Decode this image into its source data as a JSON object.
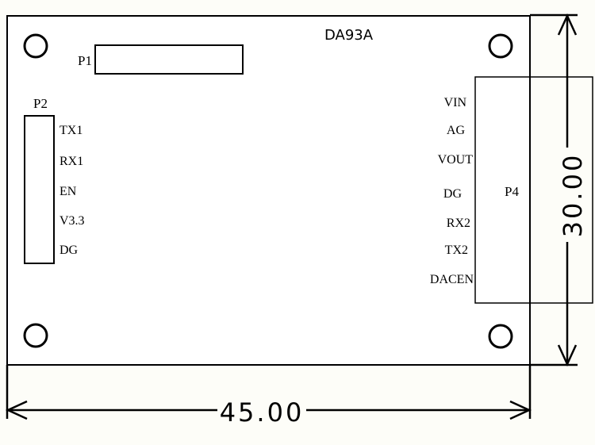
{
  "board": {
    "title": "DA93A",
    "width_dimension": "45.00",
    "height_dimension": "30.00"
  },
  "connectors": {
    "p1": {
      "label": "P1"
    },
    "p2": {
      "label": "P2",
      "pins": [
        "TX1",
        "RX1",
        "EN",
        "V3.3",
        "DG"
      ]
    },
    "p4": {
      "label": "P4",
      "pins": [
        "VIN",
        "AG",
        "VOUT",
        "DG",
        "RX2",
        "TX2",
        "DACEN"
      ]
    }
  },
  "mounting_holes": [
    "top-left",
    "top-right",
    "bottom-left",
    "bottom-right"
  ],
  "colors": {
    "line": "#000000",
    "paper": "#ffffff",
    "background": "#fdfdf8"
  }
}
